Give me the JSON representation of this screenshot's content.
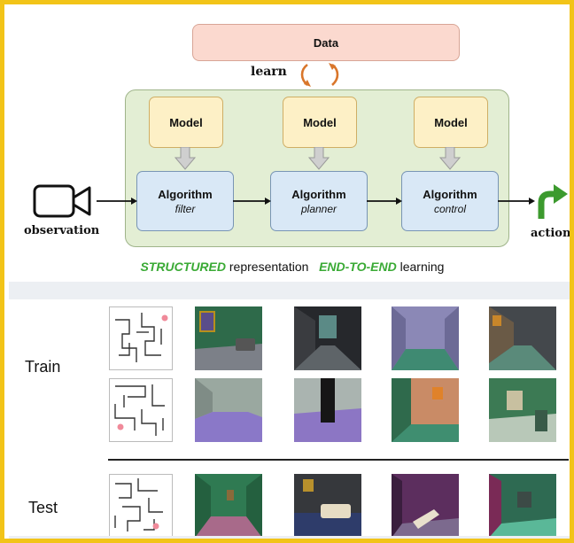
{
  "diagram": {
    "data_label": "Data",
    "learn_label": "learn",
    "models": [
      {
        "label": "Model"
      },
      {
        "label": "Model"
      },
      {
        "label": "Model"
      }
    ],
    "algorithms": [
      {
        "title": "Algorithm",
        "subtitle": "filter"
      },
      {
        "title": "Algorithm",
        "subtitle": "planner"
      },
      {
        "title": "Algorithm",
        "subtitle": "control"
      }
    ],
    "observation_label": "observation",
    "action_label": "action",
    "caption": {
      "structured": "STRUCTURED",
      "representation": "representation",
      "end_to_end": "END-TO-END",
      "learning": "learning"
    }
  },
  "examples": {
    "train_label": "Train",
    "test_label": "Test"
  },
  "colors": {
    "frame": "#f2c418",
    "data_box": "#fbd9cf",
    "green_panel": "#e3eed4",
    "model_box": "#fdf0c6",
    "algo_box": "#d9e8f6",
    "caption_green": "#3aaa35",
    "action_arrow": "#3c9a2e",
    "learn_arrows": "#d9762b",
    "maze_goal": "#f08a9a"
  }
}
